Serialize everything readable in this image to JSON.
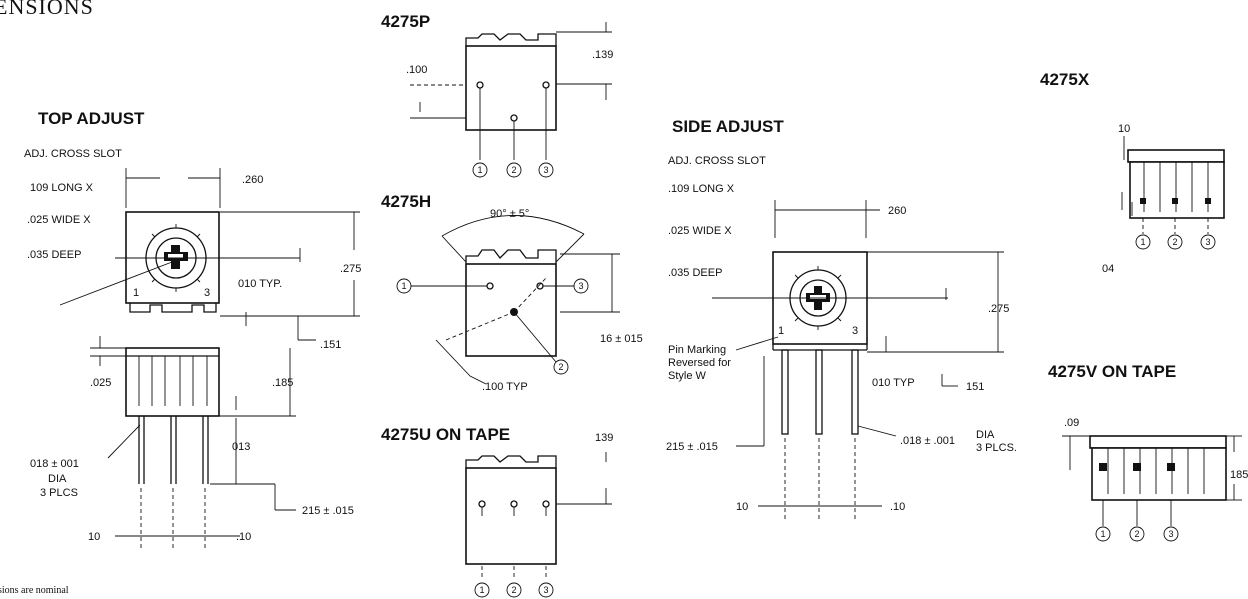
{
  "page_title": "ENSIONS",
  "footnote": "sions are nominal",
  "top_adjust": {
    "header": "TOP ADJUST",
    "slot_title": "ADJ. CROSS SLOT",
    "long": "109  LONG X",
    "wide": ".025  WIDE X",
    "deep": ".035  DEEP",
    "width": ".260",
    "typ": "010  TYP.",
    "height": ".275",
    "standoff": ".151",
    "rim": ".025",
    "body_h": ".185",
    "pin_off": "013",
    "pin_dia_1": "018 ± 001",
    "pin_dia_2": "DIA",
    "pin_dia_3": "3 PLCS",
    "pin_len": "215 ± .015",
    "pitch_l": "10",
    "pitch_r": ".10",
    "pin_marks": [
      "1",
      "3"
    ]
  },
  "p4275P": {
    "header": "4275P",
    "dim_top": ".139",
    "dim_left": ".100",
    "pins": [
      "1",
      "2",
      "3"
    ]
  },
  "p4275H": {
    "header": "4275H",
    "angle": "90° ± 5°",
    "dim_right": "16 ± 015",
    "typ": ".100 TYP",
    "pins": [
      "1",
      "2",
      "3"
    ]
  },
  "p4275U": {
    "header": "4275U  ON TAPE",
    "dim_top": "139",
    "pins": [
      "1",
      "2",
      "3"
    ]
  },
  "side_adjust": {
    "header": "SIDE ADJUST",
    "slot_title": "ADJ. CROSS SLOT",
    "long": ".109  LONG X",
    "wide": ".025  WIDE X",
    "deep": ".035  DEEP",
    "width": "260",
    "height": ".275",
    "pm1": "Pin Marking",
    "pm2": "Reversed for",
    "pm3": "Style W",
    "typ": "010  TYP",
    "standoff": "151",
    "pin_len": "215 ± .015",
    "pin_dia_1": ".018 ± .001",
    "pin_dia_2": "DIA",
    "pin_dia_3": "3 PLCS.",
    "pitch_l": "10",
    "pitch_r": ".10",
    "pin_marks": [
      "1",
      "3"
    ]
  },
  "p4275X": {
    "header": "4275X",
    "dim_top": "10",
    "dim_bottom": "04",
    "pins": [
      "1",
      "2",
      "3"
    ]
  },
  "p4275V": {
    "header": "4275V  ON TAPE",
    "dim_left": ".09",
    "dim_right": "185",
    "pins": [
      "1",
      "2",
      "3"
    ]
  }
}
